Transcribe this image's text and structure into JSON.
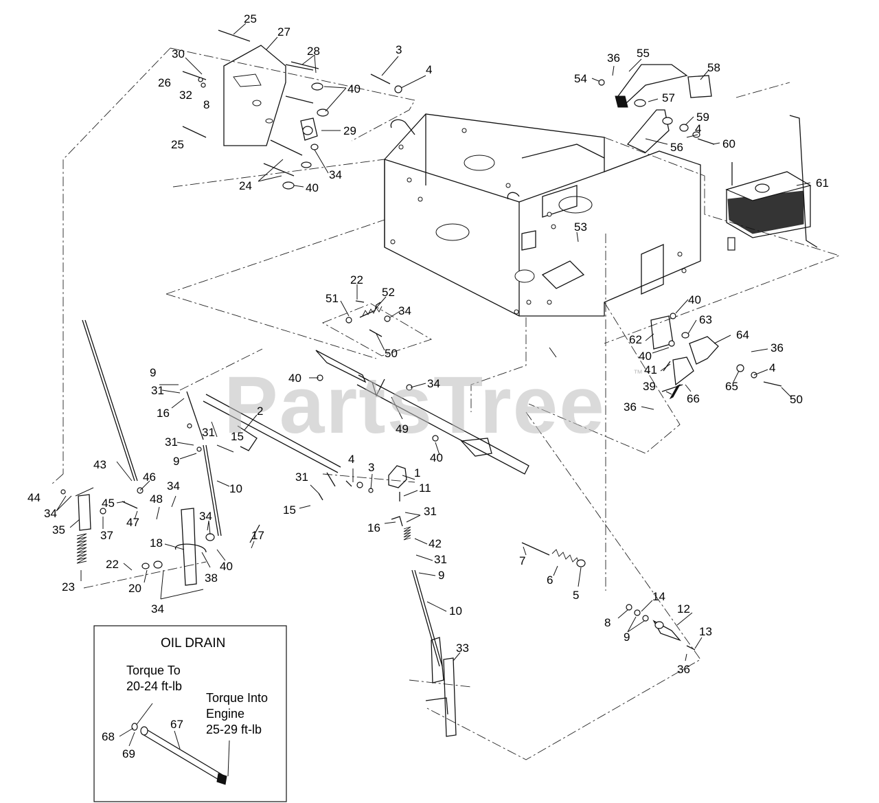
{
  "watermark": {
    "text": "PartsTree",
    "mark": "™"
  },
  "inset": {
    "title": "OIL DRAIN",
    "torque_to_line1": "Torque To",
    "torque_to_line2": "20-24 ft-lb",
    "torque_into_line1": "Torque Into",
    "torque_into_line2": "Engine",
    "torque_into_line3": "25-29 ft-lb"
  },
  "callouts": [
    "25",
    "27",
    "28",
    "30",
    "26",
    "32",
    "8",
    "40",
    "29",
    "25",
    "34",
    "24",
    "40",
    "3",
    "4",
    "36",
    "55",
    "58",
    "54",
    "57",
    "59",
    "4",
    "60",
    "56",
    "61",
    "53",
    "22",
    "52",
    "51",
    "34",
    "50",
    "40",
    "63",
    "64",
    "62",
    "40",
    "36",
    "41",
    "39",
    "66",
    "65",
    "4",
    "50",
    "36",
    "9",
    "31",
    "16",
    "2",
    "31",
    "31",
    "15",
    "9",
    "10",
    "43",
    "46",
    "45",
    "47",
    "48",
    "34",
    "44",
    "34",
    "35",
    "37",
    "34",
    "23",
    "22",
    "20",
    "34",
    "18",
    "38",
    "40",
    "17",
    "40",
    "34",
    "49",
    "40",
    "4",
    "3",
    "1",
    "11",
    "31",
    "15",
    "31",
    "16",
    "42",
    "31",
    "9",
    "10",
    "33",
    "7",
    "6",
    "5",
    "8",
    "14",
    "9",
    "12",
    "13",
    "36",
    "68",
    "69",
    "67"
  ]
}
